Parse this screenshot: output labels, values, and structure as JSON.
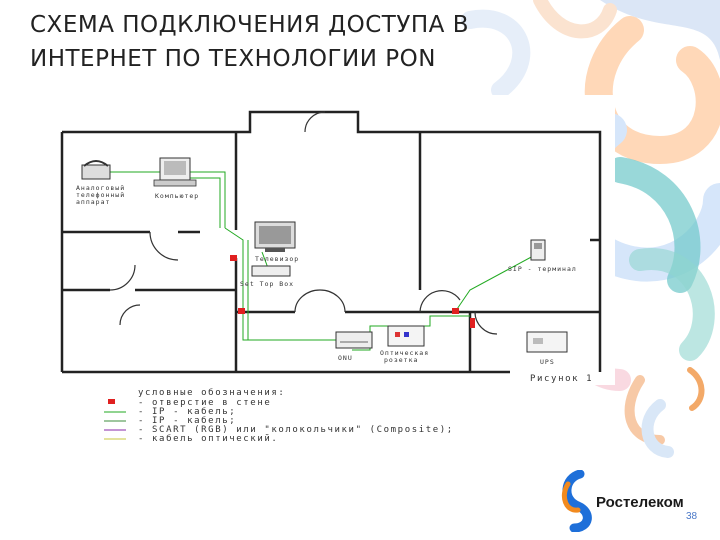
{
  "title": {
    "line1": "СХЕМА ПОДКЛЮЧЕНИЯ ДОСТУПА В",
    "line2": "ИНТЕРНЕТ ПО ТЕХНОЛОГИИ PON"
  },
  "plan_labels": {
    "phone": [
      "Аналоговый",
      "телефонный",
      "аппарат"
    ],
    "computer": "Компьютер",
    "tv": "Телевизор",
    "stb": "Set Top Box",
    "sip": "SIP - терминал",
    "onu": "ONU",
    "rozetka": [
      "Оптическая",
      "розетка"
    ],
    "ups": "UPS",
    "figure": "Рисунок 1"
  },
  "legend": {
    "title": "условные обозначения:",
    "items": [
      {
        "text": "- отверстие в стене",
        "color": "#e02020"
      },
      {
        "text": "- IP - кабель;",
        "color": "#22aa22"
      },
      {
        "text": "- IP - кабель;",
        "color": "#3c8c3c"
      },
      {
        "text": "- SCART (RGB) или \"колокольчики\" (Composite);",
        "color": "#8a2aa8"
      },
      {
        "text": "- кабель оптический.",
        "color": "#c8c83c"
      }
    ]
  },
  "footer": {
    "brand": "Ростелеком",
    "page": "38"
  },
  "colors": {
    "ip_cable": "#22aa22",
    "hole": "#e02020",
    "wall": "#222222",
    "accent_blue": "#1e6fd9",
    "accent_orange": "#f28a1e"
  }
}
